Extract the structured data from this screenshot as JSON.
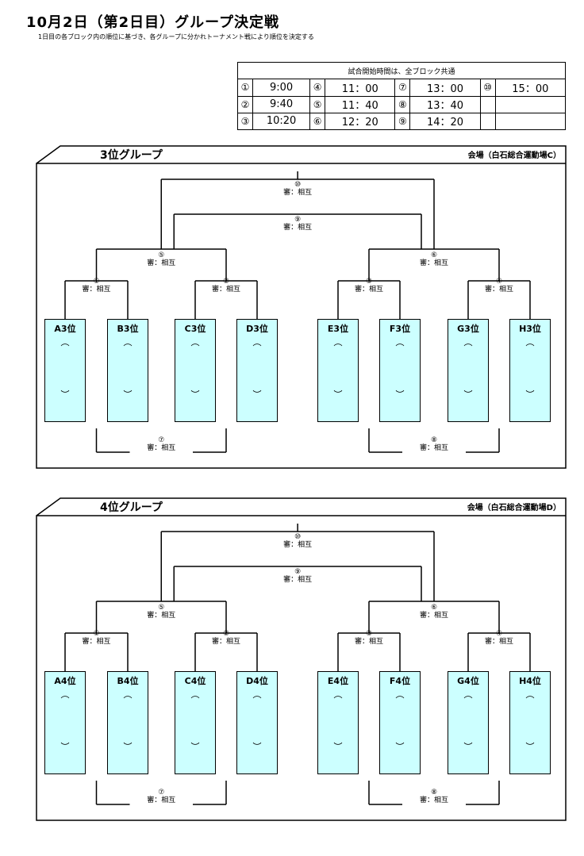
{
  "title": "10月2日（第2日目）グループ決定戦",
  "subtitle": "1日目の各ブロック内の順位に基づき、各グループに分かれトーナメント戦により順位を決定する",
  "schedule": {
    "header": "試合開始時間は、全ブロック共通",
    "rows": [
      [
        "①",
        "9:00",
        "④",
        "11：00",
        "⑦",
        "13：00",
        "⑩",
        "15：00"
      ],
      [
        "②",
        "9:40",
        "⑤",
        "11：40",
        "⑧",
        "13：40",
        "",
        ""
      ],
      [
        "③",
        "10:20",
        "⑥",
        "12：20",
        "⑨",
        "14：20",
        "",
        ""
      ]
    ]
  },
  "referee_label": "審：相互",
  "paren_open": "︵",
  "paren_close": "︶",
  "groups": [
    {
      "title": "3位グループ",
      "venue": "会場（白石総合運動場C）",
      "teams": [
        "A3位",
        "B3位",
        "C3位",
        "D3位",
        "E3位",
        "F3位",
        "G3位",
        "H3位"
      ]
    },
    {
      "title": "4位グループ",
      "venue": "会場（白石総合運動場D）",
      "teams": [
        "A4位",
        "B4位",
        "C4位",
        "D4位",
        "E4位",
        "F4位",
        "G4位",
        "H4位"
      ]
    }
  ],
  "matches": [
    "①",
    "②",
    "③",
    "④",
    "⑤",
    "⑥",
    "⑦",
    "⑧",
    "⑨",
    "⑩"
  ]
}
